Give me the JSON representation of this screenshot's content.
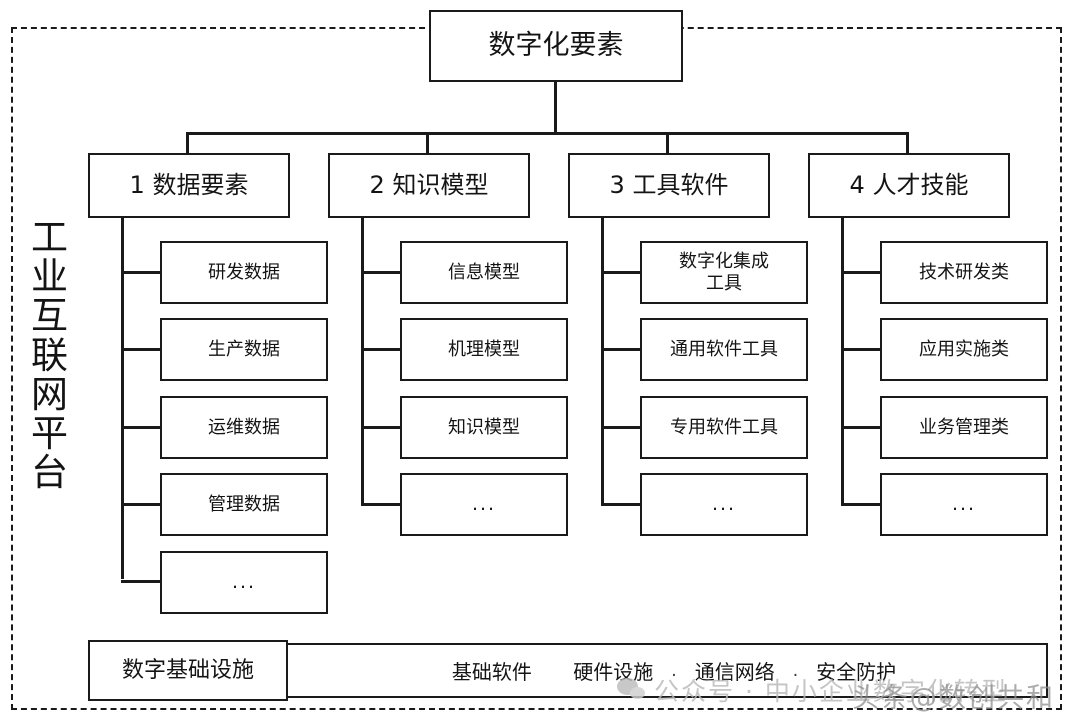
{
  "diagram": {
    "root": {
      "label": "数字化要素"
    },
    "side_label": {
      "chars": [
        "工",
        "业",
        "互",
        "联",
        "网",
        "平",
        "台"
      ],
      "text": "工业互联网平台"
    },
    "columns": [
      {
        "id": "col1",
        "header": "1 数据要素",
        "items": [
          "研发数据",
          "生产数据",
          "运维数据",
          "管理数据",
          "..."
        ]
      },
      {
        "id": "col2",
        "header": "2 知识模型",
        "items": [
          "信息模型",
          "机理模型",
          "知识模型",
          "..."
        ]
      },
      {
        "id": "col3",
        "header": "3 工具软件",
        "items": [
          "数字化集成\n工具",
          "通用软件工具",
          "专用软件工具",
          "..."
        ]
      },
      {
        "id": "col4",
        "header": "4 人才技能",
        "items": [
          "技术研发类",
          "应用实施类",
          "业务管理类",
          "..."
        ]
      }
    ],
    "infrastructure": {
      "label": "数字基础设施",
      "items": [
        "基础软件",
        "硬件设施",
        "通信网络",
        "安全防护"
      ],
      "separator": "."
    }
  },
  "watermarks": {
    "left": "公众号 · 中小企业数字化转型",
    "right": "头条@数创共和"
  },
  "colors": {
    "stroke": "#1a1a1a",
    "background": "#ffffff",
    "watermark": "#b9b9b9"
  }
}
